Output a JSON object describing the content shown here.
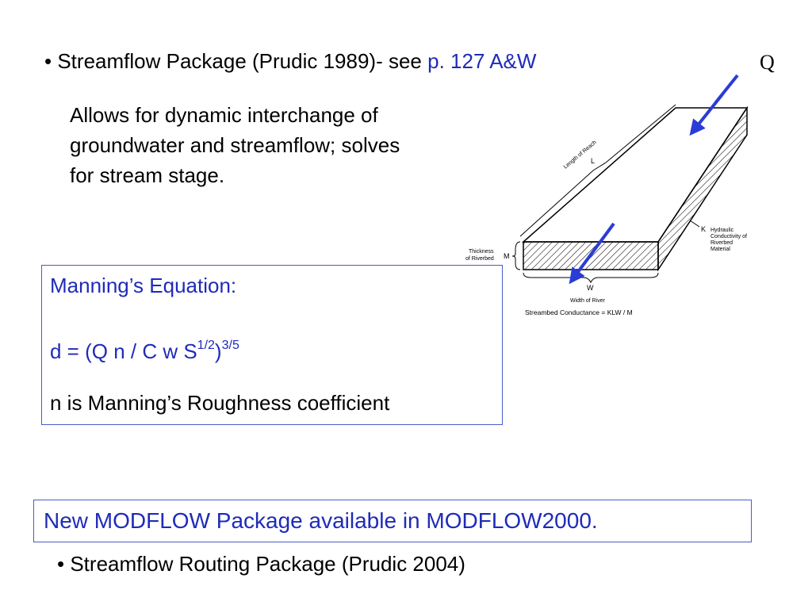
{
  "bullet1": {
    "marker": "•",
    "text": "Streamflow Package (Prudic 1989)-  see",
    "link": "p. 127 A&W"
  },
  "description": {
    "lines": [
      "Allows for dynamic interchange of",
      "groundwater and streamflow; solves",
      "for stream stage."
    ]
  },
  "manning_box": {
    "title": "Manning’s Equation:",
    "equation_base": "d = (Q n / C w S",
    "equation_exp1": "1/2",
    "equation_close": ")",
    "equation_exp2": "3/5",
    "note": "n is Manning’s Roughness coefficient"
  },
  "diagram": {
    "q_label": "Q",
    "length_label": "Length of Reach",
    "L": "L",
    "K": "K",
    "hydraulic_lines": [
      "Hydraulic",
      "Conductivity of",
      "Riverbed",
      "Material"
    ],
    "thickness_lines": [
      "Thickness",
      "of Riverbed"
    ],
    "M": "M",
    "W": "W",
    "width_label": "Width of River",
    "conductance": "Streambed Conductance = KLW / M",
    "colors": {
      "arrow": "#2a3cd6",
      "line": "#000000"
    }
  },
  "modflow_box": {
    "text": "New MODFLOW Package available in  MODFLOW2000."
  },
  "bullet2": {
    "marker": "•",
    "text": "Streamflow Routing Package  (Prudic 2004)"
  }
}
